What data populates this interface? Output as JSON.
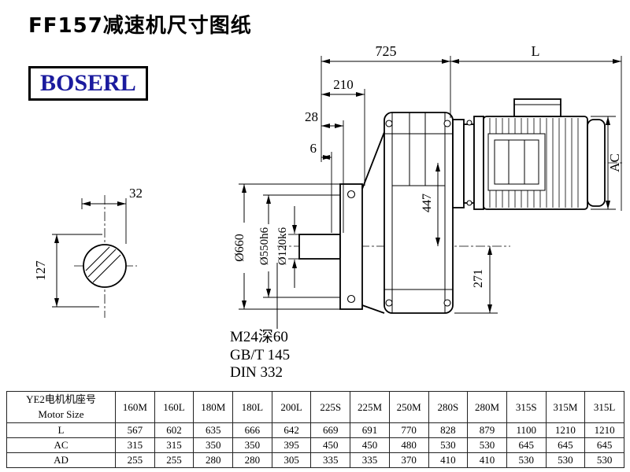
{
  "header": {
    "title": "FF157减速机尺寸图纸",
    "logo": "BOSERL",
    "logo_color": "#1b1b9e"
  },
  "drawing": {
    "dims": {
      "d725": "725",
      "dL": "L",
      "d210": "210",
      "d28": "28",
      "d6": "6",
      "d32": "32",
      "d127": "127",
      "d447": "447",
      "d271": "271",
      "dAC": "AC",
      "d660": "Ø660",
      "d550": "Ø550h6",
      "d120": "Ø120k6"
    },
    "notes": [
      "M24深60",
      "GB/T 145",
      "DIN 332"
    ]
  },
  "table": {
    "header_cn": "YE2电机机座号",
    "header_en": "Motor Size",
    "columns": [
      "160M",
      "160L",
      "180M",
      "180L",
      "200L",
      "225S",
      "225M",
      "250M",
      "280S",
      "280M",
      "315S",
      "315M",
      "315L"
    ],
    "rows": [
      {
        "label": "L",
        "values": [
          567,
          602,
          635,
          666,
          642,
          669,
          691,
          770,
          828,
          879,
          1100,
          1210,
          1210
        ]
      },
      {
        "label": "AC",
        "values": [
          315,
          315,
          350,
          350,
          395,
          450,
          450,
          480,
          530,
          530,
          645,
          645,
          645
        ]
      },
      {
        "label": "AD",
        "values": [
          255,
          255,
          280,
          280,
          305,
          335,
          335,
          370,
          410,
          410,
          530,
          530,
          530
        ]
      }
    ]
  }
}
